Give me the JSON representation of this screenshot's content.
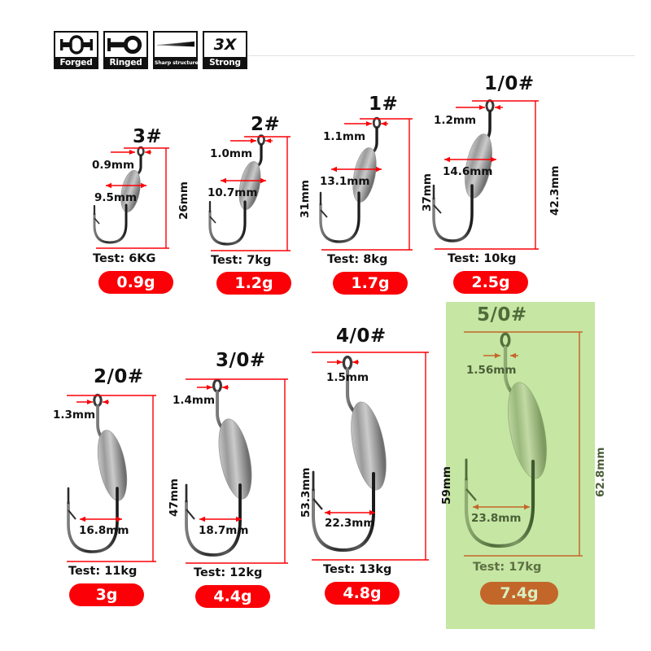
{
  "features": [
    {
      "label": "Forged",
      "icon": "forged-icon",
      "small": false
    },
    {
      "label": "Ringed",
      "icon": "ringed-icon",
      "small": false
    },
    {
      "label": "Sharp structure",
      "icon": "sharp-structure-icon",
      "small": true
    },
    {
      "label": "Strong",
      "icon": "3x-strong-icon",
      "small": false,
      "art_text": "3X"
    }
  ],
  "colors": {
    "badge_red": "#fb0007",
    "badge_orange": "#c3662a",
    "panel_green": "#c6e6a3",
    "dimension_red": "#fb0007",
    "dimension_olive": "#c3662a",
    "rule_gray": "#e2e2e2"
  },
  "units": {
    "mm": "mm",
    "weight": "g"
  },
  "test_label": "Test:",
  "hooks": [
    {
      "size": "3#",
      "gap_width": "0.9mm",
      "hook_width": "9.5mm",
      "total_length": "26mm",
      "test": "Test:  6KG",
      "weight": "0.9g",
      "highlighted": false
    },
    {
      "size": "2#",
      "gap_width": "1.0mm",
      "hook_width": "10.7mm",
      "total_length": "31mm",
      "test": "Test:  7kg",
      "weight": "1.2g",
      "highlighted": false
    },
    {
      "size": "1#",
      "gap_width": "1.1mm",
      "hook_width": "13.1mm",
      "total_length": "37mm",
      "test": "Test:  8kg",
      "weight": "1.7g",
      "highlighted": false
    },
    {
      "size": "1/0#",
      "gap_width": "1.2mm",
      "hook_width": "14.6mm",
      "total_length": "42.3mm",
      "test": "Test:  10kg",
      "weight": "2.5g",
      "highlighted": false
    },
    {
      "size": "2/0#",
      "gap_width": "1.3mm",
      "hook_width": "16.8mm",
      "total_length": "47mm",
      "test": "Test:  11kg",
      "weight": "3g",
      "highlighted": false
    },
    {
      "size": "3/0#",
      "gap_width": "1.4mm",
      "hook_width": "18.7mm",
      "total_length": "53.3mm",
      "test": "Test:  12kg",
      "weight": "4.4g",
      "highlighted": false
    },
    {
      "size": "4/0#",
      "gap_width": "1.5mm",
      "hook_width": "22.3mm",
      "total_length": "59mm",
      "test": "Test:  13kg",
      "weight": "4.8g",
      "highlighted": false
    },
    {
      "size": "5/0#",
      "gap_width": "1.56mm",
      "hook_width": "23.8mm",
      "total_length": "62.8mm",
      "test": "Test:  17kg",
      "weight": "7.4g",
      "highlighted": true
    }
  ]
}
